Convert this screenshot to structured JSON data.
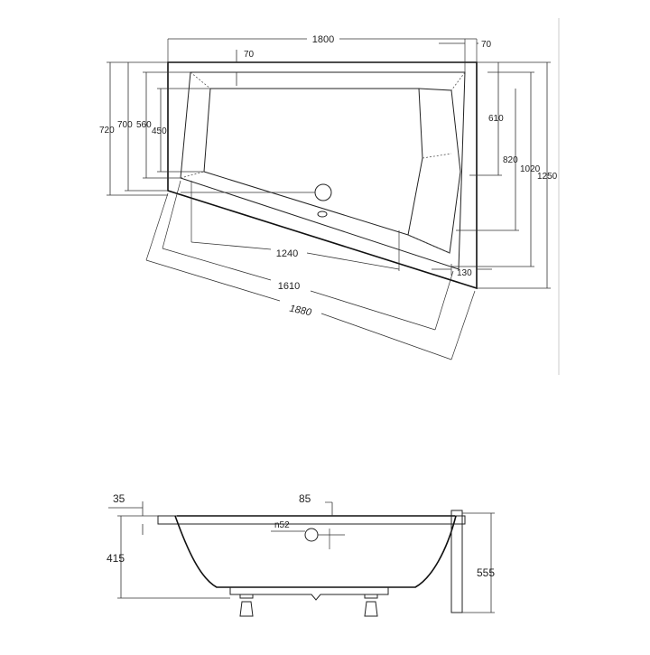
{
  "top_view": {
    "dimensions": {
      "width_overall": "1800",
      "flange_top": "70",
      "flange_right": "70",
      "h_720": "720",
      "h_700": "700",
      "h_560": "560",
      "h_450": "450",
      "h_610": "610",
      "h_820": "820",
      "h_1020": "1020",
      "h_1250": "1250",
      "bottom_1240": "1240",
      "bottom_1610": "1610",
      "bottom_1880": "1880",
      "corner_130": "130"
    }
  },
  "side_view": {
    "dimensions": {
      "rim_35": "35",
      "rim_85": "85",
      "drain": "n52",
      "depth_415": "415",
      "height_555": "555"
    }
  }
}
